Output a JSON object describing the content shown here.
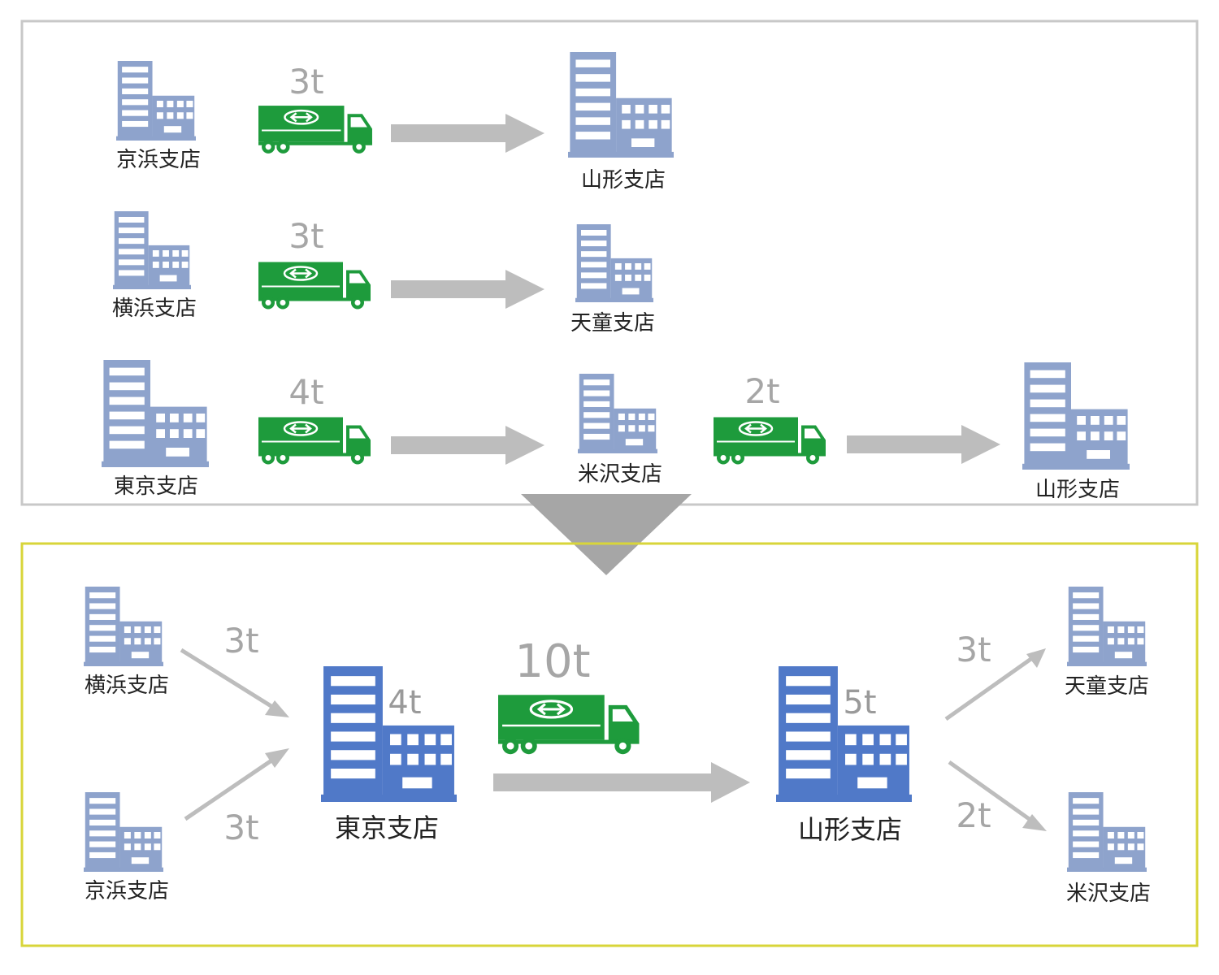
{
  "colors": {
    "building_light": "#8ea3cc",
    "building_strong": "#5079c8",
    "truck": "#1e9b3c",
    "arrow": "#bdbdbd",
    "down_arrow": "#a6a6a6",
    "top_frame": "#c8c8c8",
    "bottom_frame": "#d8d53a"
  },
  "icons": {
    "building": "office-building-icon",
    "truck": "truck-icon"
  },
  "before": {
    "row1": {
      "from": "京浜支店",
      "weight": "3t",
      "to": "山形支店"
    },
    "row2": {
      "from": "横浜支店",
      "weight": "3t",
      "to": "天童支店"
    },
    "row3": {
      "from": "東京支店",
      "weight1": "4t",
      "via": "米沢支店",
      "weight2": "2t",
      "to": "山形支店"
    }
  },
  "after": {
    "in_top": {
      "name": "横浜支店",
      "weight": "3t"
    },
    "in_bottom": {
      "name": "京浜支店",
      "weight": "3t"
    },
    "hub1": {
      "name": "東京支店",
      "weight": "4t"
    },
    "trunk_weight": "10t",
    "hub2": {
      "name": "山形支店",
      "weight": "5t"
    },
    "out_top": {
      "name": "天童支店",
      "weight": "3t"
    },
    "out_bottom": {
      "name": "米沢支店",
      "weight": "2t"
    }
  }
}
